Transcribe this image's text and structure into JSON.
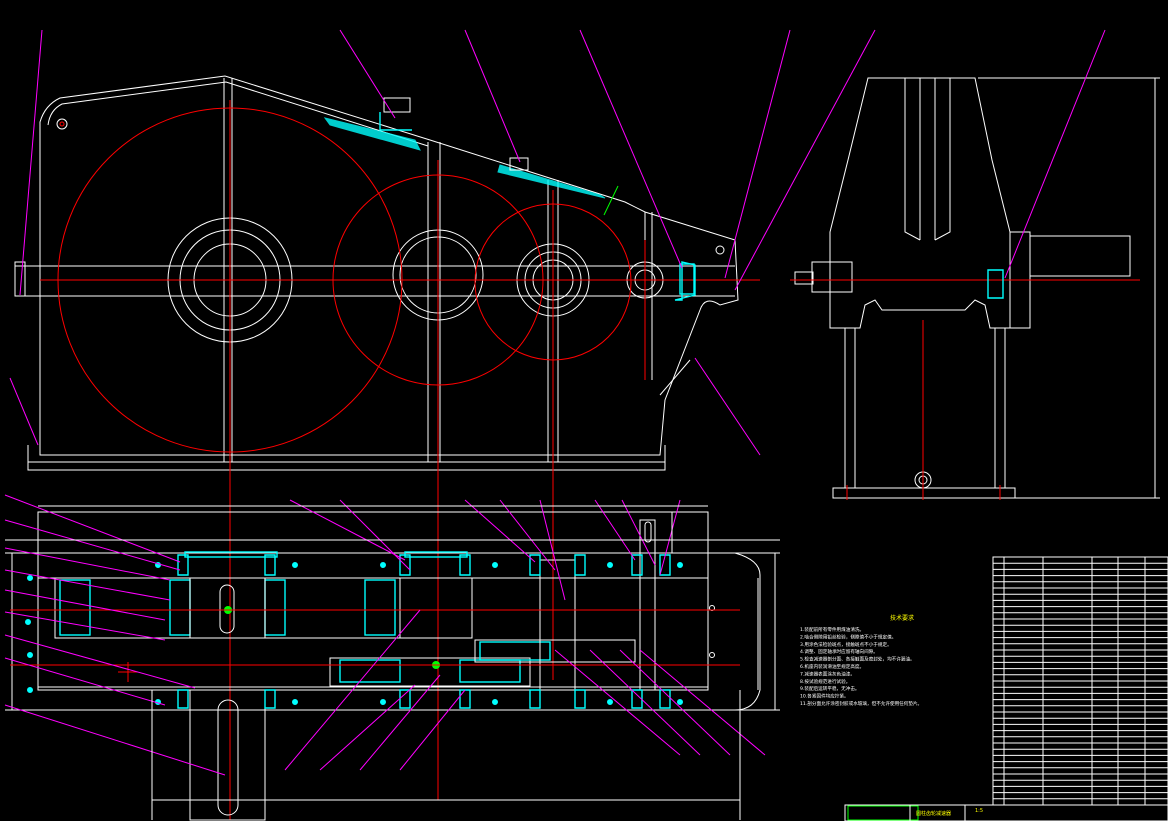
{
  "drawing": {
    "tech_title": "技术要求",
    "tech_notes": [
      "1.装配前所有零件用煤油清洗。",
      "2.啮合侧隙用铅丝检验，侧隙值不小于规定值。",
      "3.用涂色法检验斑点，接触斑点不小于规定。",
      "4.调整、固定轴承时应留有轴向间隙。",
      "5.检查减速器剖分面、各接触面及密封处，均不许漏油。",
      "6.机座内装润滑油至规定高度。",
      "7.减速器表面涂灰色油漆。",
      "8.按试验规范进行试验。",
      "9.装配后运转平稳，无冲击。",
      "10.各紧固件均应拧紧。",
      "11.剖分面允许涂密封胶或水玻璃，但不允许使用任何垫片。"
    ],
    "title_block_name": "圆柱齿轮减速器",
    "title_block_scale": "1:5"
  }
}
